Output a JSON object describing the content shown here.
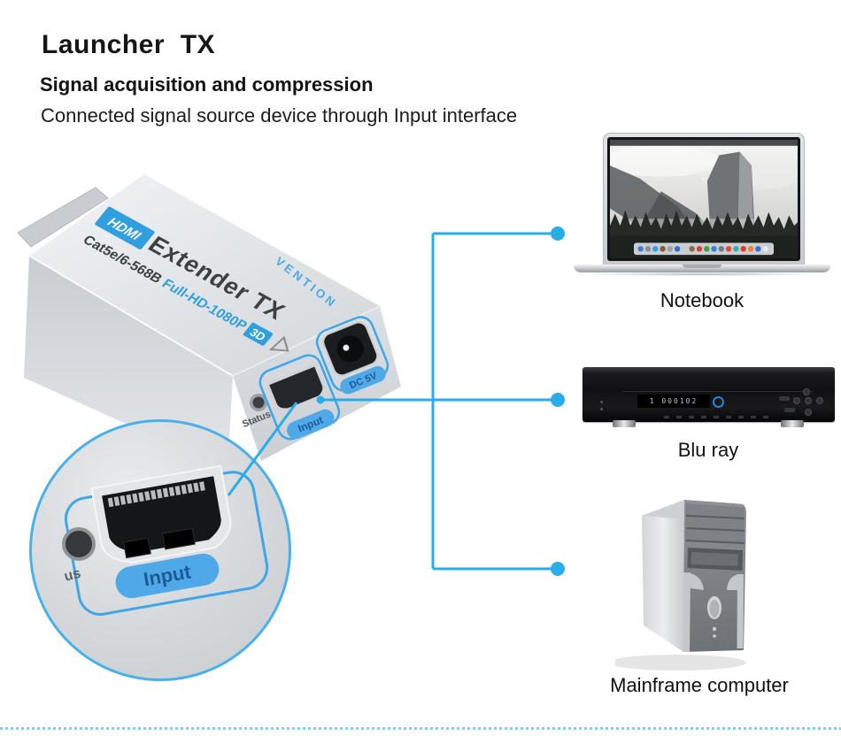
{
  "header": {
    "title": "Launcher  TX",
    "subtitle": "Signal acquisition and compression",
    "description": "Connected signal source device through Input interface"
  },
  "device": {
    "logo": "HDMI",
    "name": "Extender TX",
    "spec_cat": "Cat5e/6-568B",
    "spec_res": "Full-HD-1080P",
    "badge_3d": "3D",
    "brand": "VENTION",
    "status_label": "Status",
    "input_label": "Input",
    "power_label": "DC 5V"
  },
  "magnifier": {
    "input_label": "Input",
    "status_fragment": "us"
  },
  "sources": {
    "notebook": {
      "label": "Notebook"
    },
    "bluray": {
      "label": "Blu ray",
      "display": "1 000102"
    },
    "mainframe": {
      "label": "Mainframe computer"
    }
  },
  "notebook": {
    "dock_colors": [
      "#3b82d0",
      "#8a8f94",
      "#2f9fe8",
      "#8a5a34",
      "#9aa0a5",
      "#2f6fd0",
      "#c9cdd1",
      "#8a6a4a",
      "#d8413c",
      "#3fa04a",
      "#3b82d0",
      "#6a7b8a",
      "#e0483f",
      "#2fb3a8",
      "#e03a30",
      "#e8843a",
      "#3b6fe0",
      "#e8eaec"
    ]
  },
  "colors": {
    "accent_blue": "#29ade8",
    "pill_bg": "#4fa9e8",
    "pill_text": "#1d5a96",
    "device_text_dark": "#3a4046",
    "device_text_blue": "#2f9fe0",
    "brand_blue": "#4aa9e8",
    "dotted_line": "#85cdf0"
  }
}
